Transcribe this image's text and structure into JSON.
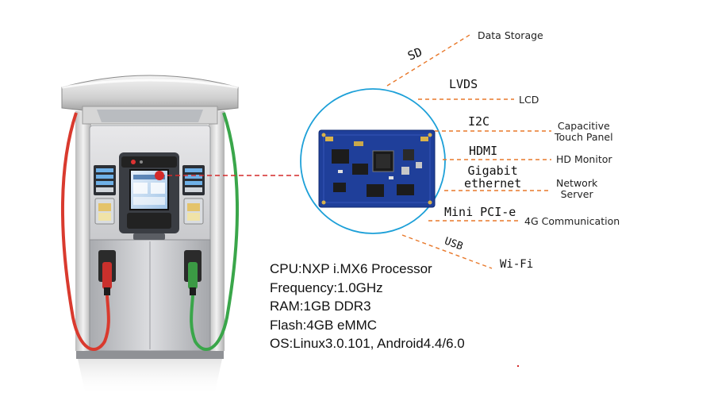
{
  "interfaces": [
    {
      "bus": "SD",
      "target": "Data Storage"
    },
    {
      "bus": "LVDS",
      "target": "LCD"
    },
    {
      "bus": "I2C",
      "target": "Capacitive Touch Panel"
    },
    {
      "bus": "HDMI",
      "target": "HD Monitor"
    },
    {
      "bus": "Gigabit ethernet",
      "target": "Network Server"
    },
    {
      "bus": "Mini PCI-e",
      "target": "4G Communication"
    },
    {
      "bus": "USB",
      "target": "Wi-Fi"
    }
  ],
  "labels": {
    "sd": "SD",
    "data_storage": "Data Storage",
    "lvds": "LVDS",
    "lcd": "LCD",
    "i2c": "I2C",
    "cap_touch_line1": "Capacitive",
    "cap_touch_line2": "Touch Panel",
    "hdmi": "HDMI",
    "hd_monitor": "HD Monitor",
    "gigabit_line1": "Gigabit",
    "gigabit_line2": "ethernet",
    "network_line1": "Network",
    "network_line2": "Server",
    "mini_pcie": "Mini PCI-e",
    "g4": "4G Communication",
    "usb": "USB",
    "wifi": "Wi-Fi"
  },
  "specs": [
    "CPU:NXP i.MX6 Processor",
    "Frequency:1.0GHz",
    "RAM:1GB DDR3",
    "Flash:4GB eMMC",
    "OS:Linux3.0.101, Android4.4/6.0"
  ],
  "colors": {
    "leader_line": "#e8782a",
    "zoom_line": "#d42a2a",
    "circle": "#1da0d8",
    "board": "#1f3f9a",
    "hose_left": "#d93a2e",
    "hose_right": "#3aa64a"
  }
}
